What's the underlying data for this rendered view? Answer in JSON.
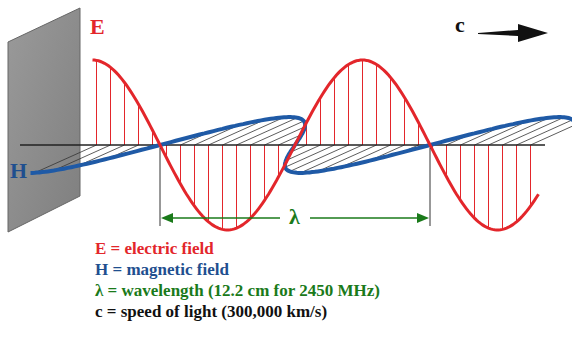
{
  "diagram": {
    "labels": [
      "E",
      "c",
      "H",
      "λ",
      "E = electric field",
      "H = magnetic field",
      "λ = wavelength (12.2 cm for 2450 MHz)",
      "c = speed of light (300,000 km/s)"
    ]
  }
}
